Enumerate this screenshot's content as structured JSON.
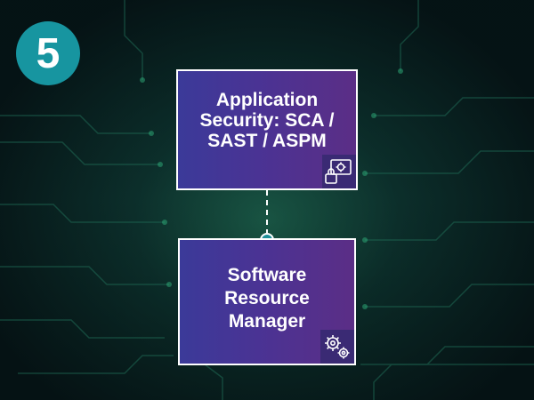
{
  "badge": {
    "number": "5"
  },
  "nodes": [
    {
      "label": "Application\nSecurity: SCA /\nSAST / ASPM",
      "icon": "secure-settings-icon"
    },
    {
      "label": "Software\nResource\nManager",
      "icon": "gears-icon"
    }
  ],
  "colors": {
    "badge": "#1795a0",
    "box_gradient_start": "#3b3a99",
    "box_gradient_end": "#5b2e86",
    "connector_dot": "#1f8f98",
    "background": "#0a1a1a"
  }
}
